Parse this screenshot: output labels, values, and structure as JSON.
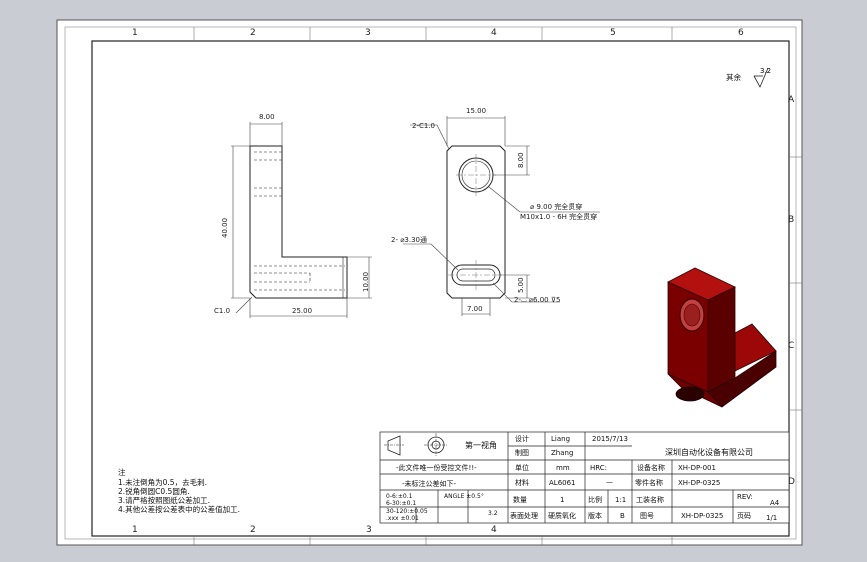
{
  "zones": {
    "columns": [
      "1",
      "2",
      "3",
      "4",
      "5",
      "6"
    ],
    "rows": [
      "A",
      "B",
      "C",
      "D"
    ]
  },
  "roughness": {
    "label": "其余",
    "value": "3.2"
  },
  "dims": {
    "side_top_width": "8.00",
    "side_height": "40.00",
    "side_base_length": "25.00",
    "side_corner": "C1.0",
    "front_width": "15.00",
    "front_chamfer": "2-C1.0",
    "front_hole_offset": "8.00",
    "front_hole_note1": "⌀ 9.00 完全贯穿",
    "front_hole_note2": "M10x1.0 - 6H 完全贯穿",
    "front_slot_note": "2- ⌀3.30通",
    "front_slot_offset": "5.00",
    "front_slot_width": "7.00",
    "front_cbore_note": "2-⌴ ⌀6.00 ⊽5",
    "side_slot_height": "10.00"
  },
  "notes": {
    "title": "注",
    "lines": [
      "1.未注倒角为0.5，去毛刺.",
      "2.锐角倒圆C0.5圆角.",
      "3.请严格按照图纸公差加工.",
      "4.其他公差按公差表中的公差值加工."
    ]
  },
  "titleblock": {
    "projection_label": "第一视角",
    "design_label": "设计",
    "design_name": "Liang",
    "design_date": "2015/7/13",
    "drawn_label": "制图",
    "drawn_name": "Zhang",
    "company": "深圳自动化设备有限公司",
    "notice1": "-此文件唯一份受控文件!!-",
    "notice2": "-未标注公差如下-",
    "unit_label": "单位",
    "unit_value": "mm",
    "hrc_label": "HRC:",
    "hrc_value": "—",
    "device_label": "设备名称",
    "device_value": "XH-DP-001",
    "material_label": "材料",
    "material_value": "AL6061",
    "part_name_label": "零件名称",
    "part_name_value": "XH-DP-0325",
    "tol1": "0-6:±0.1",
    "tol2": "6-30:±0.1",
    "tol3": "30-120:±0.05",
    "tol4": ".xxx ±0.01",
    "angle_tol": "ANGLE ±0.5°",
    "surface_label": "表面处理",
    "surface_value": "硬质氧化",
    "qty_label": "数量",
    "qty_value": "1",
    "scale_label": "比例",
    "scale_value": "1:1",
    "station_label": "工装名称",
    "rev_label": "REV:",
    "rev_value": "A4",
    "version_label": "版本",
    "version_value": "B",
    "dwgno_label": "图号",
    "dwgno_value": "XH-DP-0325",
    "page_label": "页码",
    "page_value": "1/1",
    "roughness_small": "3.2"
  }
}
